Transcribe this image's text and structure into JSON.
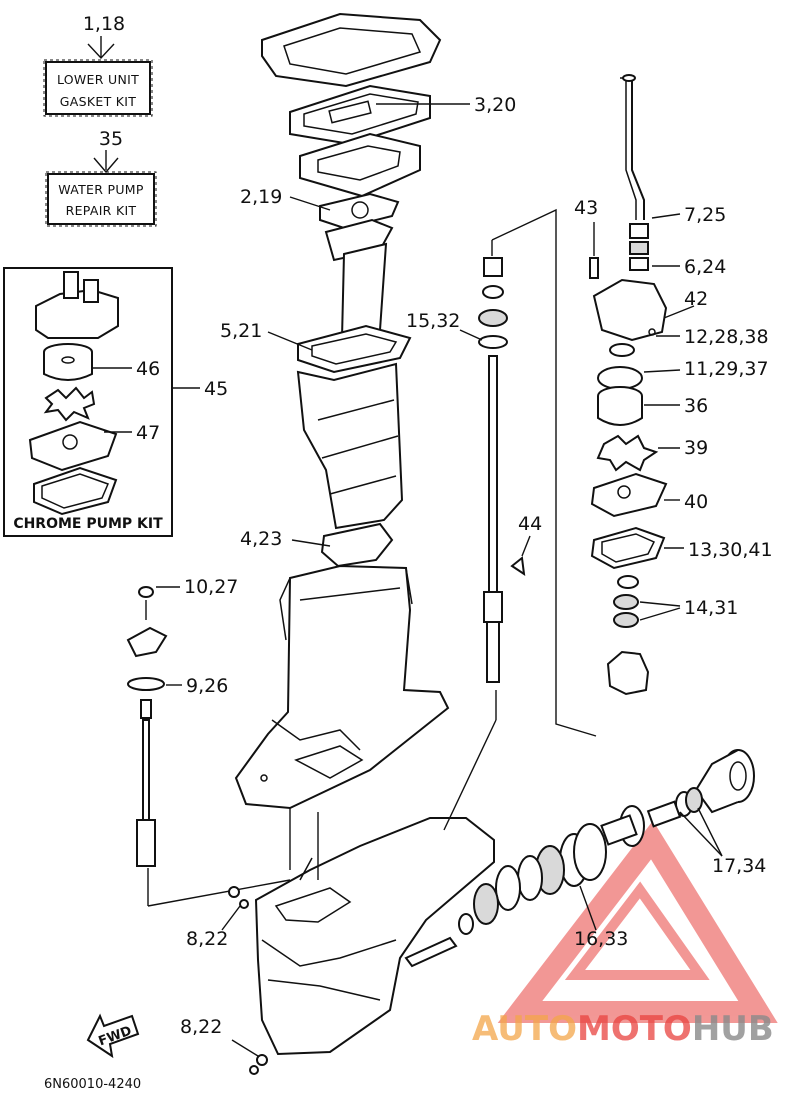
{
  "labels": {
    "l1": "1,18",
    "l35": "35",
    "l3": "3,20",
    "l2": "2,19",
    "l5": "5,21",
    "l46": "46",
    "l45": "45",
    "l47": "47",
    "l4": "4,23",
    "l10": "10,27",
    "l9": "9,26",
    "l8a": "8,22",
    "l8b": "8,22",
    "l15": "15,32",
    "l44": "44",
    "l43": "43",
    "l7": "7,25",
    "l6": "6,24",
    "l42": "42",
    "l12": "12,28,38",
    "l11": "11,29,37",
    "l36": "36",
    "l39": "39",
    "l40": "40",
    "l13": "13,30,41",
    "l14": "14,31",
    "l17": "17,34",
    "l16": "16,33"
  },
  "kits": {
    "gasket_line1": "LOWER UNIT",
    "gasket_line2": "GASKET KIT",
    "pump_line1": "WATER PUMP",
    "pump_line2": "REPAIR KIT",
    "chrome": "CHROME PUMP KIT"
  },
  "fwd": "FWD",
  "diagram_code": "6N60010-4240",
  "watermark": {
    "part1": "AUTO",
    "part2": "MOTO",
    "part3": "HUB"
  },
  "colors": {
    "line": "#111111",
    "watermark_red": "#e8433f",
    "watermark_orange": "#f3a64a",
    "watermark_gray": "#8a8a8a"
  }
}
